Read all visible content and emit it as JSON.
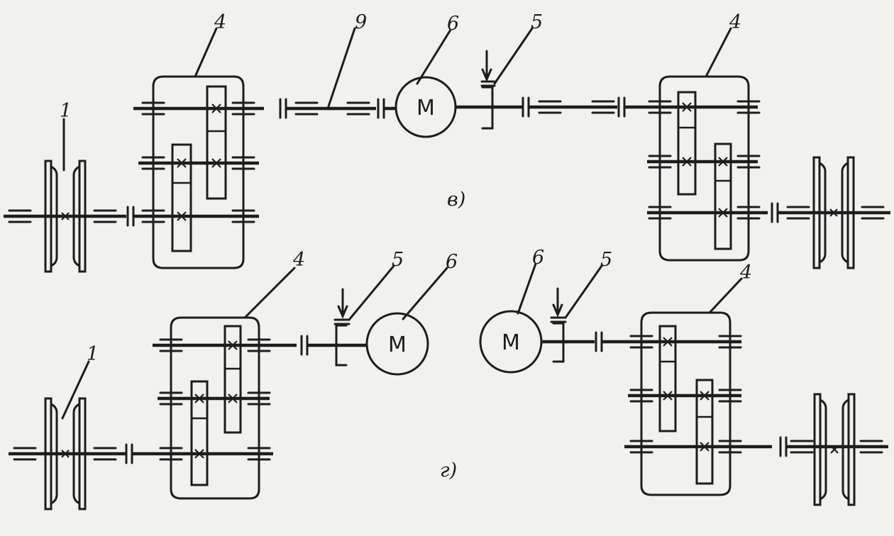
{
  "labels": {
    "wheel": "1",
    "reducer": "4",
    "brake": "5",
    "motor_label": "6",
    "shaft": "9",
    "motor_letter": "М"
  },
  "captions": {
    "top": "в)",
    "bottom": "г)"
  }
}
